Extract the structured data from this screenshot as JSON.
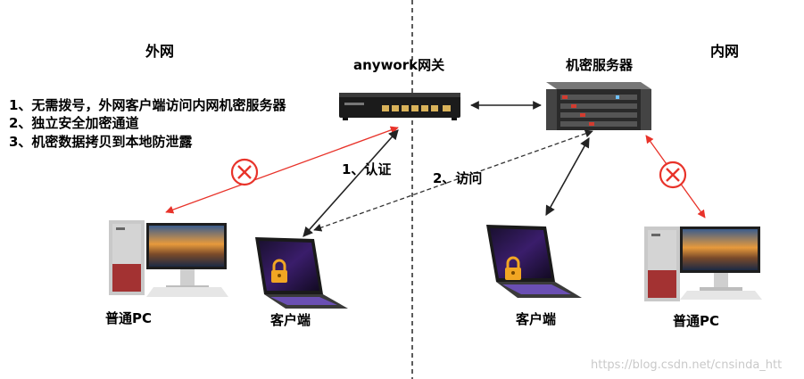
{
  "zones": {
    "outer": "外网",
    "inner": "内网"
  },
  "devices": {
    "gateway": "anywork网关",
    "server": "机密服务器",
    "outer_pc": "普通PC",
    "outer_client": "客户端",
    "inner_client": "客户端",
    "inner_pc": "普通PC"
  },
  "features": [
    "1、无需拨号，外网客户端访问内网机密服务器",
    "2、独立安全加密通道",
    "3、机密数据拷贝到本地防泄露"
  ],
  "edges": {
    "auth": "1、认证",
    "access": "2、访问"
  },
  "watermark": "https://blog.csdn.net/cnsinda_htt",
  "colors": {
    "blocked_line": "#e8332a",
    "allowed_line": "#222222",
    "divider": "#333333",
    "lock": "#f2a623"
  },
  "icons": [
    "router-icon",
    "rack-server-icon",
    "desktop-pc-icon",
    "laptop-lock-icon",
    "blocked-x-icon"
  ]
}
